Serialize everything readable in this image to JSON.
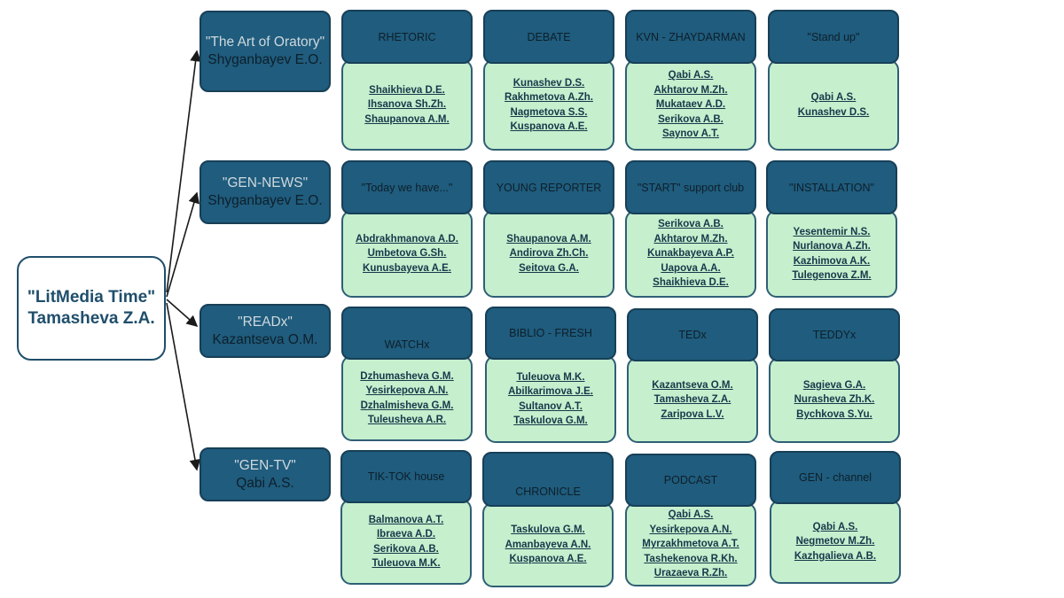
{
  "root": {
    "title": "\"LitMedia Time\"",
    "leader": "Tamasheva Z.A."
  },
  "branches": [
    {
      "title": "\"The Art of Oratory\"",
      "leader": "Shyganbayev E.O.",
      "clubs": [
        {
          "name": "RHETORIC",
          "members": [
            "Shaikhieva D.E.",
            "Ihsanova Sh.Zh.",
            "Shaupanova A.M."
          ]
        },
        {
          "name": "DEBATE",
          "members": [
            "Kunashev D.S.",
            "Rakhmetova A.Zh.",
            "Nagmetova S.S.",
            "Kuspanova A.E."
          ]
        },
        {
          "name": "KVN - ZHAYDARMAN",
          "members": [
            "Qabi A.S.",
            "Akhtarov M.Zh.",
            "Mukataev A.D.",
            "Serikova A.B.",
            "Saynov A.T."
          ]
        },
        {
          "name": "\"Stand up\"",
          "members": [
            "Qabi A.S.",
            "Kunashev D.S."
          ]
        }
      ]
    },
    {
      "title": "\"GEN-NEWS\"",
      "leader": "Shyganbayev E.O.",
      "clubs": [
        {
          "name": "\"Today we have...\"",
          "members": [
            "Abdrakhmanova A.D.",
            "Umbetova G.Sh.",
            "Kunusbayeva A.E."
          ]
        },
        {
          "name": "YOUNG REPORTER",
          "members": [
            "Shaupanova A.M.",
            "Andirova Zh.Ch.",
            "Seitova G.A."
          ]
        },
        {
          "name": "\"START\" support club",
          "members": [
            "Serikova A.B.",
            "Akhtarov M.Zh.",
            "Kunakbayeva A.P.",
            "Uapova A.A.",
            "Shaikhieva D.E."
          ]
        },
        {
          "name": "\"INSTALLATION\"",
          "members": [
            "Yesentemir N.S.",
            "Nurlanova A.Zh.",
            "Kazhimova A.K.",
            "Tulegenova Z.M."
          ]
        }
      ]
    },
    {
      "title": "\"READx\"",
      "leader": "Kazantseva O.M.",
      "clubs": [
        {
          "name": "WATCHx",
          "members": [
            "Dzhumasheva G.M.",
            "Yesirkepova A.N.",
            "Dzhalmisheva G.M.",
            "Tuleusheva A.R."
          ]
        },
        {
          "name": "BIBLIO - FRESH",
          "members": [
            "Tuleuova M.K.",
            "Abilkarimova J.E.",
            "Sultanov A.T.",
            "Taskulova G.M."
          ]
        },
        {
          "name": "TEDx",
          "members": [
            "Kazantseva O.M.",
            "Tamasheva Z.A.",
            "Zaripova L.V."
          ]
        },
        {
          "name": "TEDDYx",
          "members": [
            "Sagieva G.A.",
            "Nurasheva Zh.K.",
            "Bychkova S.Yu."
          ]
        }
      ]
    },
    {
      "title": "\"GEN-TV\"",
      "leader": "Qabi A.S.",
      "clubs": [
        {
          "name": "TIK-TOK house",
          "members": [
            "Balmanova A.T.",
            "Ibraeva A.D.",
            "Serikova A.B.",
            "Tuleuova M.K."
          ]
        },
        {
          "name": "CHRONICLE",
          "members": [
            "Taskulova G.M.",
            "Amanbayeva A.N.",
            "Kuspanova A.E."
          ]
        },
        {
          "name": "PODCAST",
          "members": [
            "Qabi A.S.",
            "Yesirkepova A.N.",
            "Myrzakhmetova A.T.",
            "Tashekenova R.Kh.",
            "Urazaeva R.Zh."
          ]
        },
        {
          "name": "GEN - channel",
          "members": [
            "Qabi A.S.",
            "Negmetov M.Zh.",
            "Kazhgalieva A.B."
          ]
        }
      ]
    }
  ]
}
